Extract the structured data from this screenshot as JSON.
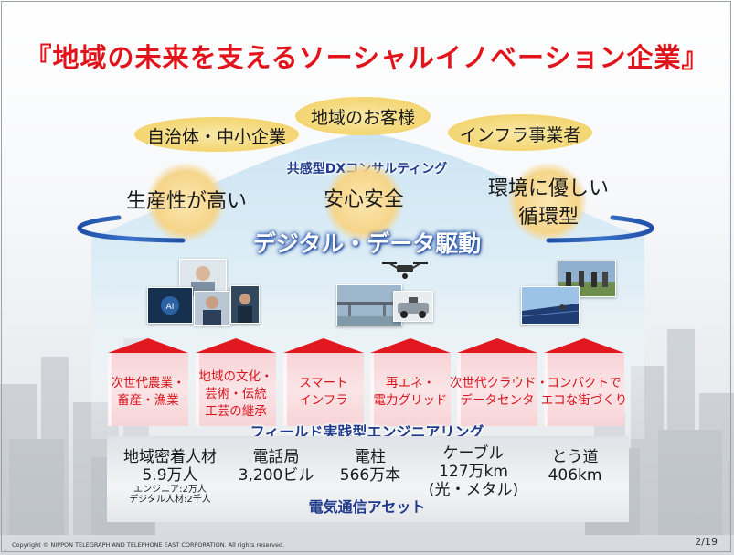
{
  "title": "『地域の未来を支えるソーシャルイノベーション企業』",
  "customers": [
    "自治体・中小企業",
    "地域のお客様",
    "インフラ事業者"
  ],
  "consulting": "共感型DXコンサルティング",
  "values": {
    "productivity": "生産性が高い",
    "safety": "安心安全",
    "environment_line1": "環境に優しい",
    "environment_line2": "循環型"
  },
  "digital": "デジタル・データ駆動",
  "pillars": [
    {
      "line1": "次世代農業・",
      "line2": "畜産・漁業",
      "line3": ""
    },
    {
      "line1": "地域の文化・",
      "line2": "芸術・伝統",
      "line3": "工芸の継承"
    },
    {
      "line1": "スマート",
      "line2": "インフラ",
      "line3": ""
    },
    {
      "line1": "再エネ・",
      "line2": "電力グリッド",
      "line3": ""
    },
    {
      "line1": "次世代クラウド・",
      "line2": "データセンタ",
      "line3": ""
    },
    {
      "line1": "コンパクトで",
      "line2": "エコな街づくり",
      "line3": ""
    }
  ],
  "field_engineering": "フィールド実践型エンジニアリング",
  "assets": [
    {
      "label": "地域密着人材",
      "value": "5.9万人",
      "note1": "エンジニア:2万人",
      "note2": "デジタル人材:2千人"
    },
    {
      "label": "電話局",
      "value": "3,200ビル"
    },
    {
      "label": "電柱",
      "value": "566万本"
    },
    {
      "label": "ケーブル",
      "value": "127万km",
      "note": "(光・メタル)"
    },
    {
      "label": "とう道",
      "value": "406km"
    }
  ],
  "telecom_assets": "電気通信アセット",
  "ai_badge": "AI",
  "copyright": "Copyright © NIPPON TELEGRAPH AND TELEPHONE EAST CORPORATION. All rights reserved.",
  "page_number": "2/19",
  "colors": {
    "title": "#e2141b",
    "accent_blue": "#1f3a8a",
    "pillar_red": "#e21821",
    "oval_yellow": "#f4d878"
  }
}
